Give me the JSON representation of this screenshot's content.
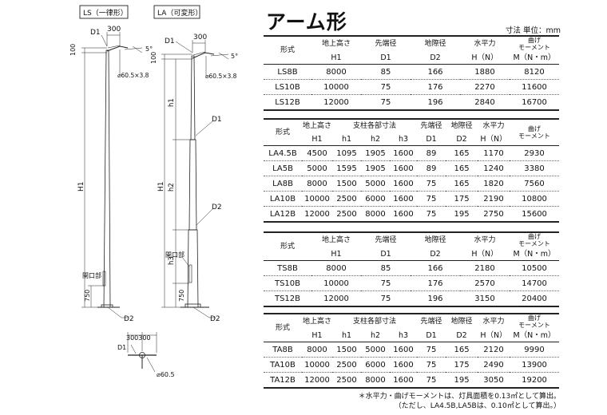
{
  "title": "アーム形",
  "unit_note": "寸法 単位：mm",
  "drawings": {
    "ls_label": "LS（一律形）",
    "la_label": "LA（可変形）",
    "d1": "D1",
    "d2": "D2",
    "dim_300": "300",
    "dim_100": "100",
    "dim_5deg": "5°",
    "arm_pipe": "⌀60.5×3.8",
    "h": "H1",
    "h1": "h1",
    "h2": "h2",
    "h3": "h3",
    "opening": "開口部",
    "dim_750": "750",
    "dim_300300": "300300",
    "arm_small": "⌀60.5"
  },
  "tables": {
    "ls": {
      "header_top": [
        "形式",
        "地上高さ",
        "先端径",
        "地際径",
        "水平力",
        "曲げ\nモーメント"
      ],
      "header_bottom": [
        "",
        "H1",
        "D1",
        "D2",
        "H（N）",
        "M（N・m）"
      ],
      "rows": [
        [
          "LS8B",
          "8000",
          "85",
          "166",
          "1880",
          "8120"
        ],
        [
          "LS10B",
          "10000",
          "75",
          "176",
          "2270",
          "11600"
        ],
        [
          "LS12B",
          "12000",
          "75",
          "196",
          "2840",
          "16700"
        ]
      ]
    },
    "la": {
      "header_top": [
        "形式",
        "地上高さ",
        "支柱各部寸法",
        "先端径",
        "地際径",
        "水平力",
        "曲げ\nモーメント"
      ],
      "header_bottom": [
        "",
        "H1",
        "h1",
        "h2",
        "h3",
        "D1",
        "D2",
        "H（N）",
        ""
      ],
      "rows": [
        [
          "LA4.5B",
          "4500",
          "1095",
          "1905",
          "1600",
          "89",
          "165",
          "1170",
          "2930"
        ],
        [
          "LA5B",
          "5000",
          "1595",
          "1905",
          "1600",
          "89",
          "165",
          "1240",
          "3380"
        ],
        [
          "LA8B",
          "8000",
          "1500",
          "5000",
          "1600",
          "75",
          "165",
          "1820",
          "7560"
        ],
        [
          "LA10B",
          "10000",
          "2500",
          "6000",
          "1600",
          "75",
          "175",
          "2190",
          "10800"
        ],
        [
          "LA12B",
          "12000",
          "2500",
          "8000",
          "1600",
          "75",
          "195",
          "2750",
          "15600"
        ]
      ]
    },
    "ts": {
      "header_top": [
        "形式",
        "地上高さ",
        "先端径",
        "地際径",
        "水平力",
        "曲げ\nモーメント"
      ],
      "header_bottom": [
        "",
        "H1",
        "D1",
        "D2",
        "H（N）",
        "M（N・m）"
      ],
      "rows": [
        [
          "TS8B",
          "8000",
          "85",
          "166",
          "2180",
          "10500"
        ],
        [
          "TS10B",
          "10000",
          "75",
          "176",
          "2570",
          "14700"
        ],
        [
          "TS12B",
          "12000",
          "75",
          "196",
          "3150",
          "20400"
        ]
      ]
    },
    "ta": {
      "header_top": [
        "形式",
        "地上高さ",
        "支柱各部寸法",
        "先端径",
        "地際径",
        "水平力",
        "曲げ\nモーメント"
      ],
      "header_bottom": [
        "",
        "H1",
        "h1",
        "h2",
        "h3",
        "D1",
        "D2",
        "H（N）",
        "M（N・m）"
      ],
      "rows": [
        [
          "TA8B",
          "8000",
          "1500",
          "5000",
          "1600",
          "75",
          "165",
          "2120",
          "9990"
        ],
        [
          "TA10B",
          "10000",
          "2500",
          "6000",
          "1600",
          "75",
          "175",
          "2490",
          "13900"
        ],
        [
          "TA12B",
          "12000",
          "2500",
          "8000",
          "1600",
          "75",
          "195",
          "3050",
          "19200"
        ]
      ]
    }
  },
  "footnote_1": "＊水平力・曲げモーメントは、灯具面積を0.13㎡として算出。",
  "footnote_2": "（ただし、LA4.5B,LA5Bは、0.10㎡として算出。）"
}
